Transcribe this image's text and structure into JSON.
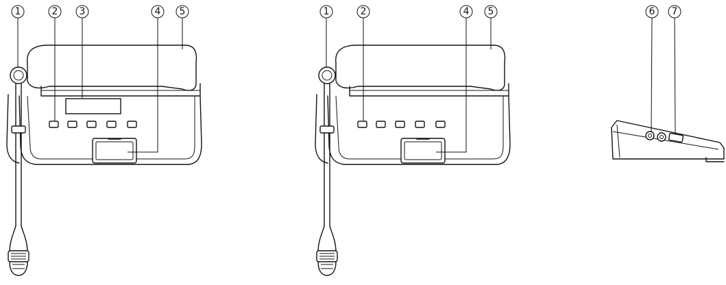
{
  "figure": {
    "views": [
      {
        "id": "front-view-display",
        "callouts": [
          "1",
          "2",
          "3",
          "4",
          "5"
        ]
      },
      {
        "id": "front-view-no-display",
        "callouts": [
          "1",
          "2",
          "4",
          "5"
        ]
      },
      {
        "id": "side-view",
        "callouts": [
          "6",
          "7"
        ]
      }
    ]
  },
  "colors": {
    "ink": "#111111",
    "paper": "#ffffff"
  },
  "icons": [
    "microphone-icon",
    "button-icon",
    "display-icon",
    "speaker-icon"
  ]
}
